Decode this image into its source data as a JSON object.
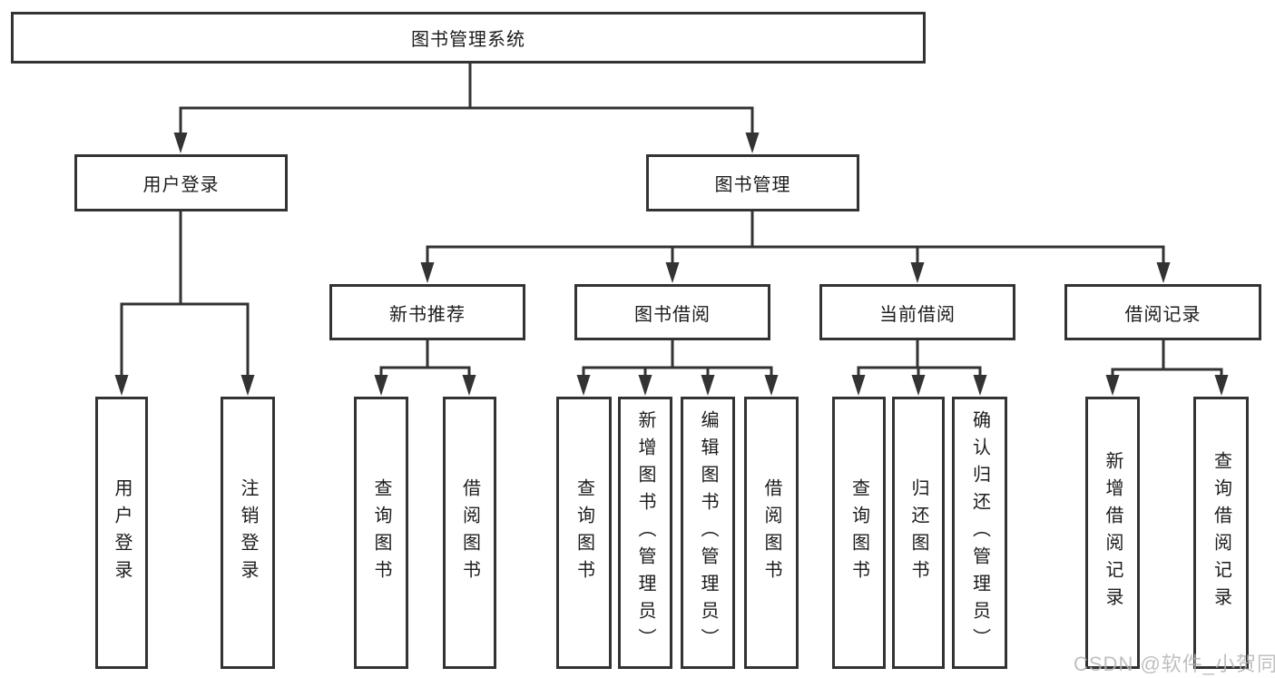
{
  "diagram": {
    "root": {
      "label": "图书管理系统"
    },
    "level1": [
      {
        "id": "user-login",
        "label": "用户登录"
      },
      {
        "id": "book-management",
        "label": "图书管理"
      }
    ],
    "level2": [
      {
        "id": "new-book-recommend",
        "label": "新书推荐"
      },
      {
        "id": "book-borrowing",
        "label": "图书借阅"
      },
      {
        "id": "current-borrowing",
        "label": "当前借阅"
      },
      {
        "id": "borrowing-records",
        "label": "借阅记录"
      }
    ],
    "leaves": [
      {
        "parent": "用户登录",
        "label": "用户登录"
      },
      {
        "parent": "用户登录",
        "label": "注销登录"
      },
      {
        "parent": "新书推荐",
        "label": "查询图书"
      },
      {
        "parent": "新书推荐",
        "label": "借阅图书"
      },
      {
        "parent": "图书借阅",
        "label": "查询图书"
      },
      {
        "parent": "图书借阅",
        "label": "新增图书（管理员）"
      },
      {
        "parent": "图书借阅",
        "label": "编辑图书（管理员）"
      },
      {
        "parent": "图书借阅",
        "label": "借阅图书"
      },
      {
        "parent": "当前借阅",
        "label": "查询图书"
      },
      {
        "parent": "当前借阅",
        "label": "归还图书"
      },
      {
        "parent": "当前借阅",
        "label": "确认归还（管理员）"
      },
      {
        "parent": "借阅记录",
        "label": "新增借阅记录"
      },
      {
        "parent": "借阅记录",
        "label": "查询借阅记录"
      }
    ]
  },
  "watermark": {
    "text": "CSDN @软件_小贺同学"
  },
  "colors": {
    "line": "#333333",
    "text": "#1c1c1c",
    "box_fill": "#ffffff",
    "background": "#ffffff",
    "watermark": "#b5b5b5"
  }
}
